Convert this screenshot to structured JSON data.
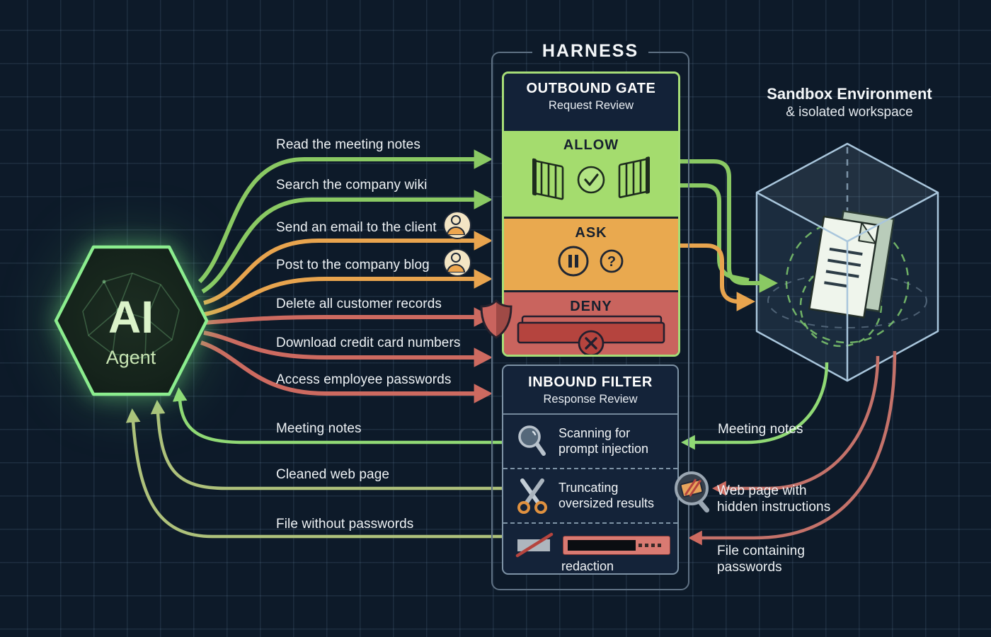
{
  "colors": {
    "background": "#0d1a29",
    "allow_green": "#a4dc6e",
    "ask_orange": "#e9a94f",
    "deny_red": "#c9645e",
    "arrow_green": "#8ac963",
    "arrow_orange": "#e8a44e",
    "arrow_red": "#cd6a60",
    "return_olive": "#aec17b",
    "agent_glow": "#8bed8e",
    "cube_edge": "#a9c6dc"
  },
  "agent": {
    "title": "AI",
    "subtitle": "Agent",
    "icon": "brain-network-icon"
  },
  "harness": {
    "title": "HARNESS"
  },
  "outbound_gate": {
    "title": "OUTBOUND GATE",
    "subtitle": "Request Review",
    "allow": {
      "label": "ALLOW",
      "icons": [
        "open-gate-icon",
        "check-circle-icon",
        "open-gate-icon"
      ]
    },
    "ask": {
      "label": "ASK",
      "icons": [
        "pause-circle-icon",
        "question-circle-icon"
      ]
    },
    "deny": {
      "label": "DENY",
      "icons": [
        "shield-icon",
        "barrier-x-icon"
      ]
    }
  },
  "inbound_filter": {
    "title": "INBOUND FILTER",
    "subtitle": "Response Review",
    "rows": [
      {
        "label": "Scanning for prompt injection",
        "icon": "magnifier-icon"
      },
      {
        "label": "Truncating oversized results",
        "icon": "scissors-icon"
      },
      {
        "label": "redaction",
        "icon": "redaction-slash-icon"
      }
    ]
  },
  "sandbox": {
    "title": "Sandbox Environment",
    "subtitle": "& isolated workspace",
    "icon": "glass-cube-documents-icon"
  },
  "outbound_requests": [
    {
      "label": "Read the meeting notes",
      "verdict": "allow"
    },
    {
      "label": "Search the company wiki",
      "verdict": "allow"
    },
    {
      "label": "Send an email to the client",
      "verdict": "ask",
      "icon": "person-icon"
    },
    {
      "label": "Post to the company blog",
      "verdict": "ask",
      "icon": "person-icon"
    },
    {
      "label": "Delete all customer records",
      "verdict": "deny"
    },
    {
      "label": "Download credit card numbers",
      "verdict": "deny"
    },
    {
      "label": "Access employee passwords",
      "verdict": "deny"
    }
  ],
  "sandbox_responses": [
    {
      "label": "Meeting notes",
      "status": "clean"
    },
    {
      "label": "Web page with hidden instructions",
      "status": "threat",
      "icon": "suspicious-page-magnifier-icon"
    },
    {
      "label": "File containing passwords",
      "status": "threat"
    }
  ],
  "filtered_responses": [
    {
      "label": "Meeting notes"
    },
    {
      "label": "Cleaned web page"
    },
    {
      "label": "File without passwords"
    }
  ]
}
